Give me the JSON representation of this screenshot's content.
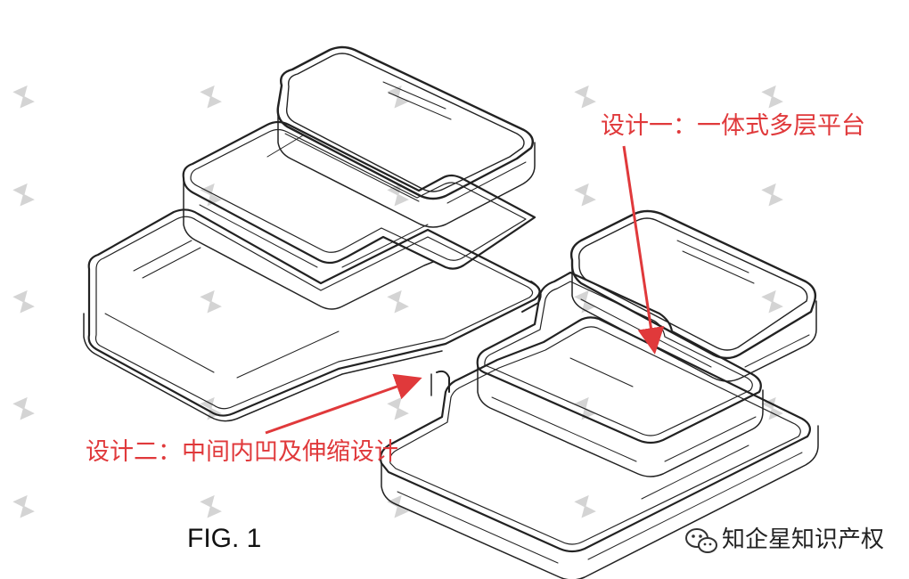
{
  "annotations": {
    "design_one": "设计一：一体式多层平台",
    "design_two": "设计二：中间内凹及伸缩设计"
  },
  "figure_label": "FIG. 1",
  "watermark": {
    "text": "知企星知识产权",
    "brand_text": "知企星知识产权",
    "icon": "wechat-icon"
  },
  "colors": {
    "callout": "#e0393b",
    "line_art": "#222222",
    "watermark": "#cfcfcf"
  }
}
